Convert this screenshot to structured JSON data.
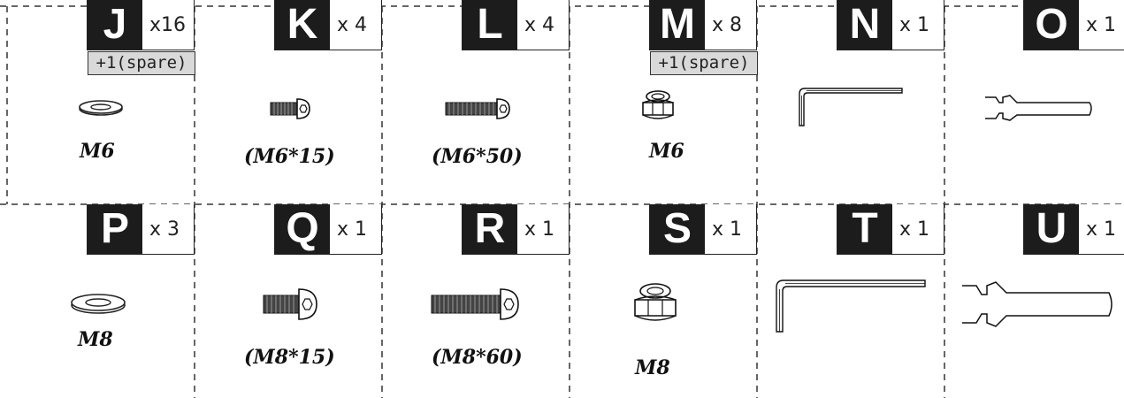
{
  "parts": [
    {
      "letter": "J",
      "quantity": "x16",
      "spare": "+1(spare)",
      "size": "M6",
      "icon": "washer-icon"
    },
    {
      "letter": "K",
      "quantity": "x 4",
      "size": "(M6*15)",
      "icon": "bolt-icon"
    },
    {
      "letter": "L",
      "quantity": "x 4",
      "size": "(M6*50)",
      "icon": "bolt-icon"
    },
    {
      "letter": "M",
      "quantity": "x 8",
      "spare": "+1(spare)",
      "size": "M6",
      "icon": "lock-nut-icon"
    },
    {
      "letter": "N",
      "quantity": "x 1",
      "icon": "hex-key-icon"
    },
    {
      "letter": "O",
      "quantity": "x 1",
      "icon": "wrench-icon"
    },
    {
      "letter": "P",
      "quantity": "x 3",
      "size": "M8",
      "icon": "washer-icon"
    },
    {
      "letter": "Q",
      "quantity": "x 1",
      "size": "(M8*15)",
      "icon": "bolt-icon"
    },
    {
      "letter": "R",
      "quantity": "x 1",
      "size": "(M8*60)",
      "icon": "bolt-icon"
    },
    {
      "letter": "S",
      "quantity": "x 1",
      "size": "M8",
      "icon": "lock-nut-icon"
    },
    {
      "letter": "T",
      "quantity": "x 1",
      "icon": "hex-key-icon"
    },
    {
      "letter": "U",
      "quantity": "x 1",
      "icon": "wrench-icon"
    }
  ]
}
